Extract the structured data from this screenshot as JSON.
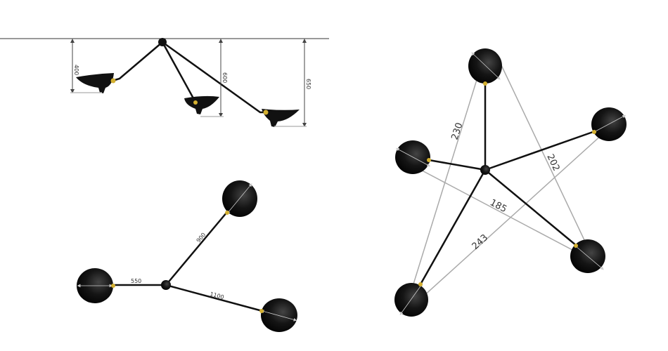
{
  "side_view": {
    "dimensions": {
      "lamp_left": "400",
      "lamp_middle": "600",
      "lamp_right": "650"
    }
  },
  "top_view": {
    "dimensions": {
      "arm_left": "550",
      "arm_upper": "900",
      "arm_lower": "1100"
    }
  },
  "star_view": {
    "dimensions": {
      "top_to_bottom_left": "230",
      "top_to_bottom_right": "202",
      "left_to_bottom_right": "185",
      "right_to_bottom_left": "243"
    }
  },
  "colors": {
    "shade": "#111111",
    "joint": "#d4b030",
    "guide": "#aaaaaa"
  }
}
